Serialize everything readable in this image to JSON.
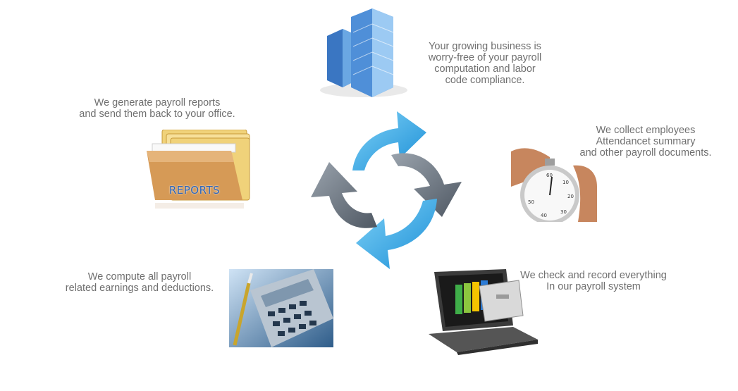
{
  "steps": [
    {
      "id": "business",
      "lines": [
        "Your growing business is",
        "worry-free of your payroll",
        "computation and labor",
        "code compliance."
      ],
      "icon": "office-building-icon"
    },
    {
      "id": "collect",
      "lines": [
        "We collect employees",
        "Attendancet summary",
        "and other payroll documents."
      ],
      "icon": "stopwatch-icon"
    },
    {
      "id": "check",
      "lines": [
        "We check and record everything",
        "In our payroll system"
      ],
      "icon": "laptop-filing-cabinet-icon"
    },
    {
      "id": "compute",
      "lines": [
        "We compute all payroll",
        "related earnings and deductions."
      ],
      "icon": "calculator-pen-icon"
    },
    {
      "id": "reports",
      "lines": [
        "We generate payroll reports",
        "and send them back to your office."
      ],
      "icon": "reports-folder-icon"
    }
  ],
  "folder_label": "REPORTS",
  "center_icon": "cycle-arrows-icon",
  "colors": {
    "text": "#6f6f6f",
    "blue_arrow": "#2aa6e8",
    "gray_arrow": "#6d7782",
    "folder": "#d79a57"
  }
}
